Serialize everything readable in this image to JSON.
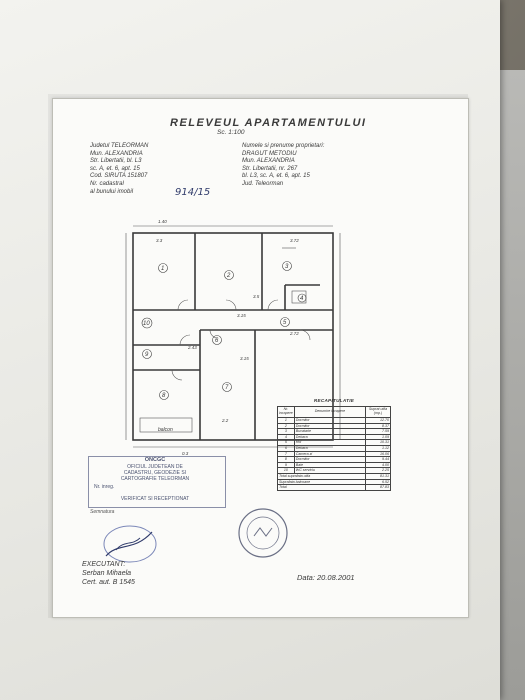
{
  "document": {
    "title": "RELEVEUL APARTAMENTULUI",
    "scale": "Sc. 1:100",
    "left_block": [
      "Judetul TELEORMAN",
      "Mun. ALEXANDRIA",
      "Str. Libertatii, bl. L3",
      "sc. A, et. 6, apt. 15",
      "Cod. SIRUTA 151807",
      "Nr. cadastral",
      "al bunului imobil"
    ],
    "cadastral_handwritten": "914/15",
    "right_block": [
      "Numele si prenume proprietari:",
      "DRAGUT METODIU",
      "Mun. ALEXANDRIA",
      "Str. Libertatii, nr. 267",
      "bl. L3, sc. A, et. 6, apt. 15",
      "Jud. Teleorman"
    ],
    "plan_labels": {
      "room_numbers": [
        "1",
        "2",
        "3",
        "4",
        "5",
        "6",
        "7",
        "8",
        "9",
        "10"
      ],
      "balcon_label": "balcon",
      "dims": [
        "1.40",
        "3.3",
        "3.72",
        "3.5",
        "3.15",
        "2.72",
        "3.15",
        "2.43",
        "2.2",
        "0.3"
      ]
    },
    "recap": {
      "title": "RECAPITULATIE",
      "headers": [
        "Nr. incapere",
        "Denumire incapere",
        "Suprat utila (mp.)"
      ],
      "rows": [
        {
          "n": "1",
          "name": "Dormitor",
          "area": "12.70"
        },
        {
          "n": "2",
          "name": "Dormitor",
          "area": "8.37"
        },
        {
          "n": "3",
          "name": "Bucatarie",
          "area": "7.59"
        },
        {
          "n": "4",
          "name": "Debara",
          "area": "1.09"
        },
        {
          "n": "5",
          "name": "Hol",
          "area": "10.31"
        },
        {
          "n": "6",
          "name": "Debara",
          "area": "1.12"
        },
        {
          "n": "7",
          "name": "Camera zi",
          "area": "16.06"
        },
        {
          "n": "8",
          "name": "Dormitor",
          "area": "9.44"
        },
        {
          "n": "9",
          "name": "Baie",
          "area": "4.00"
        },
        {
          "n": "10",
          "name": "WC serviciu",
          "area": "2.25"
        }
      ],
      "total_util_label": "Total suprafata utila",
      "total_util": "81.31",
      "balcon_label": "Suprafata balcoane",
      "balcon": "6.52",
      "total_label": "Total",
      "total": "87.83"
    },
    "stamp": {
      "line1": "ONCGC",
      "line2": "OFICIUL JUDETEAN DE",
      "line3": "CADASTRU, GEODEZIE SI",
      "line4": "CARTOGRAFIE TELEORMAN",
      "line5": "Nr. inreg.",
      "line6": "VERIFICAT SI RECEPTIONAT",
      "signature_label": "Semnatura"
    },
    "executant": {
      "label": "EXECUTANT:",
      "name": "Serban Mihaela",
      "cert": "Cert. aut. B 1545"
    },
    "date": "Data: 20.08.2001"
  },
  "colors": {
    "ink": "#3a3a3a",
    "stamp_ink": "#4a5270",
    "handwriting": "#2f3a6a",
    "paper": "#f3f3ef"
  }
}
